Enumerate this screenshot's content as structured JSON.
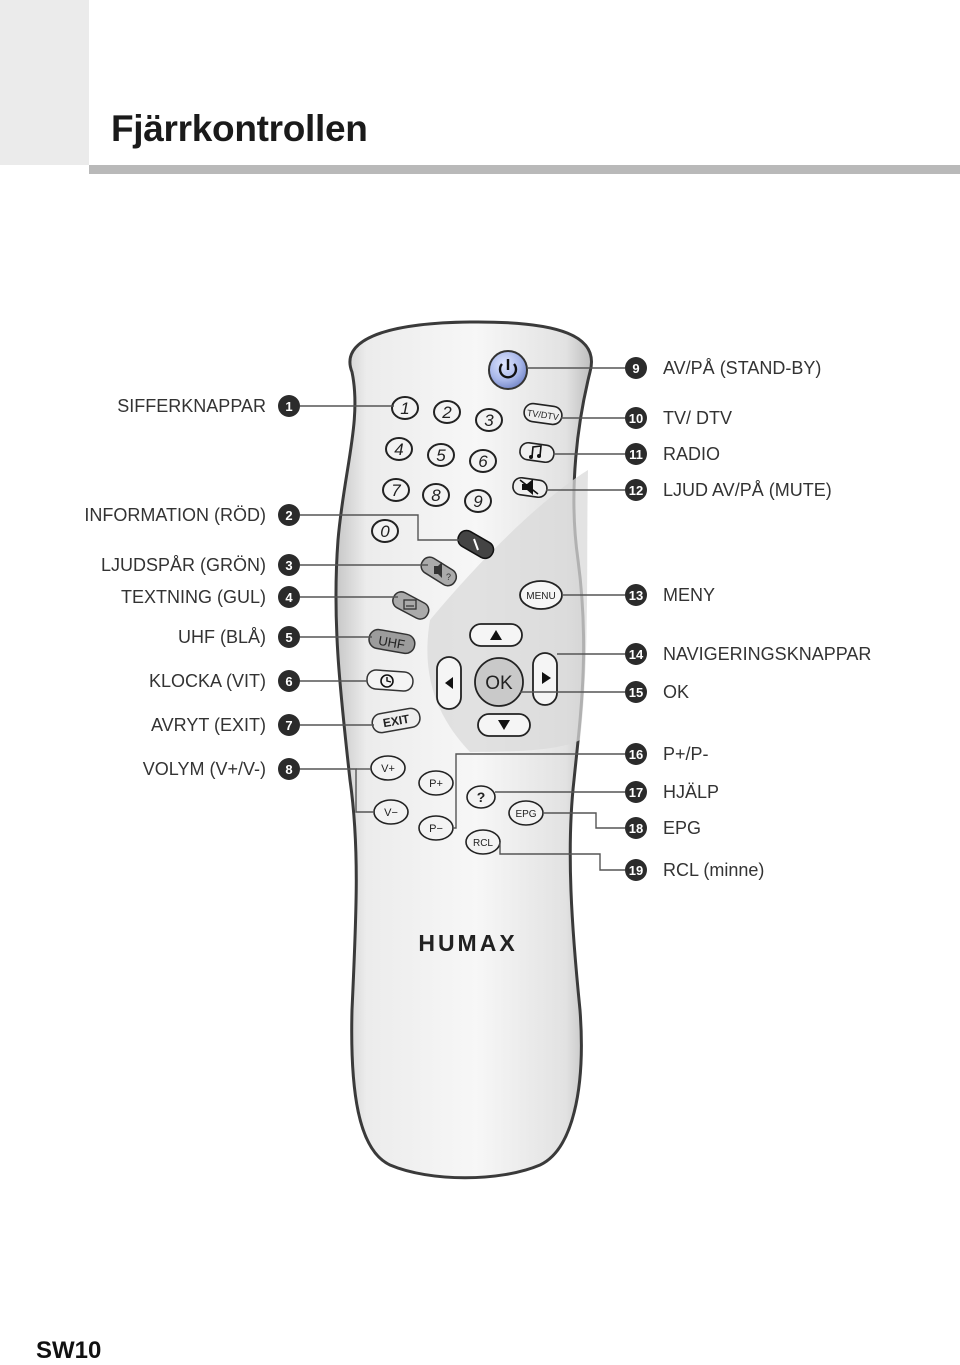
{
  "page": {
    "title": "Fjärrkontrollen",
    "page_number": "SW10"
  },
  "remote": {
    "brand": "HUMAX",
    "digits": [
      "1",
      "2",
      "3",
      "4",
      "5",
      "6",
      "7",
      "8",
      "9",
      "0"
    ],
    "buttons": {
      "tv_dtv": "TV/DTV",
      "uhf": "UHF",
      "exit": "EXIT",
      "menu": "MENU",
      "ok": "OK",
      "vol_up": "V+",
      "vol_down": "V−",
      "prog_up": "P+",
      "prog_down": "P−",
      "help": "?",
      "epg": "EPG",
      "rcl": "RCL"
    }
  },
  "callouts_left": [
    {
      "num": "1",
      "label": "SIFFERKNAPPAR"
    },
    {
      "num": "2",
      "label": "INFORMATION (RÖD)"
    },
    {
      "num": "3",
      "label": "LJUDSPÅR (GRÖN)"
    },
    {
      "num": "4",
      "label": "TEXTNING (GUL)"
    },
    {
      "num": "5",
      "label": "UHF (BLÅ)"
    },
    {
      "num": "6",
      "label": "KLOCKA (VIT)"
    },
    {
      "num": "7",
      "label": "AVRYT (EXIT)"
    },
    {
      "num": "8",
      "label": "VOLYM (V+/V-)"
    }
  ],
  "callouts_right": [
    {
      "num": "9",
      "label": "AV/PÅ (STAND-BY)"
    },
    {
      "num": "10",
      "label": "TV/ DTV"
    },
    {
      "num": "11",
      "label": "RADIO"
    },
    {
      "num": "12",
      "label": "LJUD AV/PÅ (MUTE)"
    },
    {
      "num": "13",
      "label": "MENY"
    },
    {
      "num": "14",
      "label": "NAVIGERINGSKNAPPAR"
    },
    {
      "num": "15",
      "label": "OK"
    },
    {
      "num": "16",
      "label": "P+/P-"
    },
    {
      "num": "17",
      "label": "HJÄLP"
    },
    {
      "num": "18",
      "label": "EPG"
    },
    {
      "num": "19",
      "label": "RCL (minne)"
    }
  ]
}
